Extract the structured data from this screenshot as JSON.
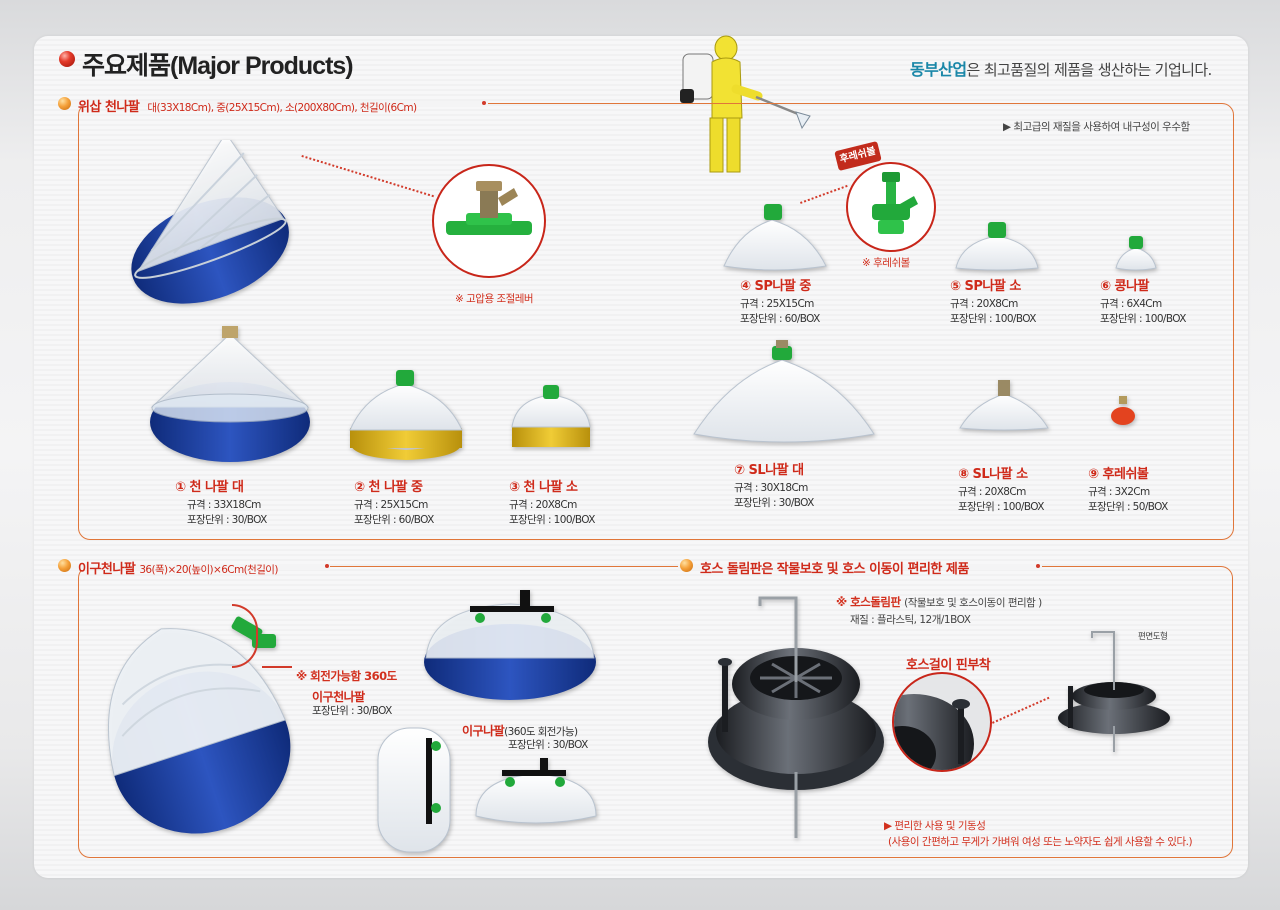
{
  "header": {
    "title": "주요제품(Major Products)",
    "slogan_brand": "동부산업",
    "slogan_rest": "은 최고품질의 제품을 생산하는 기업니다."
  },
  "section1": {
    "title": "위삽 천나팔",
    "sizes": "대(33X18Cm), 중(25X15Cm), 소(200X80Cm), 천길이(6Cm)",
    "quality_note": "▶ 최고급의 재질을 사용하여 내구성이 우수함",
    "lever_note": "※ 고압용 조절레버",
    "bolt_note": "※ 후레쉬볼",
    "badge": "후레쉬볼",
    "products": [
      {
        "name": "① 천 나팔 대",
        "spec": "규격 : 33X18Cm",
        "pack": "포장단위 : 30/BOX"
      },
      {
        "name": "② 천 나팔 중",
        "spec": "규격 : 25X15Cm",
        "pack": "포장단위 : 60/BOX"
      },
      {
        "name": "③ 천 나팔 소",
        "spec": "규격 : 20X8Cm",
        "pack": "포장단위 : 100/BOX"
      },
      {
        "name": "④ SP나팔 중",
        "spec": "규격 : 25X15Cm",
        "pack": "포장단위 : 60/BOX"
      },
      {
        "name": "⑤ SP나팔 소",
        "spec": "규격 : 20X8Cm",
        "pack": "포장단위 : 100/BOX"
      },
      {
        "name": "⑥ 콩나팔",
        "spec": "규격 : 6X4Cm",
        "pack": "포장단위 : 100/BOX"
      },
      {
        "name": "⑦ SL나팔 대",
        "spec": "규격 : 30X18Cm",
        "pack": "포장단위 : 30/BOX"
      },
      {
        "name": "⑧ SL나팔 소",
        "spec": "규격 : 20X8Cm",
        "pack": "포장단위 : 100/BOX"
      },
      {
        "name": "⑨ 후레쉬볼",
        "spec": "규격 : 3X2Cm",
        "pack": "포장단위 : 50/BOX"
      }
    ]
  },
  "section2": {
    "title": "이구천나팔",
    "sizes": "36(폭)×20(높이)×6Cm(천길이)",
    "rotate_note": "※ 회전가능함  360도",
    "product_name": "이구천나팔",
    "product_pack": "포장단위 : 30/BOX",
    "product2_name": "이구나팔",
    "product2_desc": "(360도 회전가능)",
    "product2_pack": "포장단위 : 30/BOX"
  },
  "section3": {
    "title": "호스 돌림판은 작물보호 및  호스 이동이 편리한 제품",
    "reel_note_title": "※ 호스돌림판",
    "reel_note_desc": "(작물보호 및 호스이동이 편리함 )",
    "reel_material": "재질 : 플라스틱, 12개/1BOX",
    "pin_label": "호스걸이 핀부착",
    "side_view": "편면도형",
    "benefit_title": "▶ 편리한 사용 및 기동성",
    "benefit_desc": "(사용이 간편하고 무게가 가벼워 여성 또는 노약자도 쉽게 사용할 수 있다.)"
  },
  "colors": {
    "accent_red": "#cf2a1a",
    "frame_orange": "#e0763a",
    "brand_teal": "#1a87a8",
    "cloth_blue": "#1d3f9c",
    "cloth_yellow": "#d9b21c",
    "cap_green": "#1faa3a"
  }
}
